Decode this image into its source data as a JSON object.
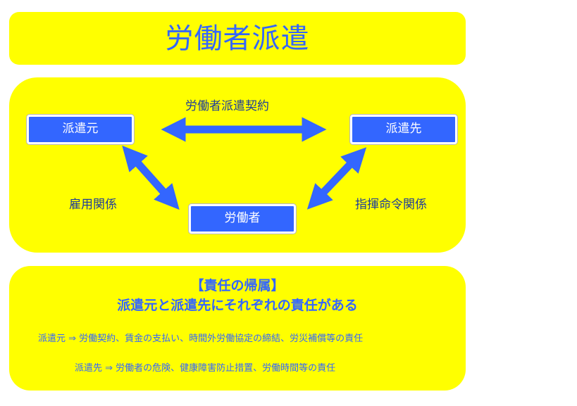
{
  "title": "労働者派遣",
  "nodes": {
    "haken_moto": "派遣元",
    "haken_saki": "派遣先",
    "worker": "労働者"
  },
  "relations": {
    "contract": "労働者派遣契約",
    "employment": "雇用関係",
    "command": "指揮命令関係"
  },
  "responsibility": {
    "heading": "【責任の帰属】",
    "subheading": "派遣元と派遣先にそれぞれの責任がある",
    "lines": [
      "派遣元 ⇒ 労働契約、賃金の支払い、時間外労働協定の締結、労災補償等の責任",
      "派遣先 ⇒ 労働者の危険、健康障害防止措置、労働時間等の責任"
    ]
  },
  "colors": {
    "panel": "#ffff00",
    "accent": "#3366ff",
    "label": "#1f3d99"
  }
}
